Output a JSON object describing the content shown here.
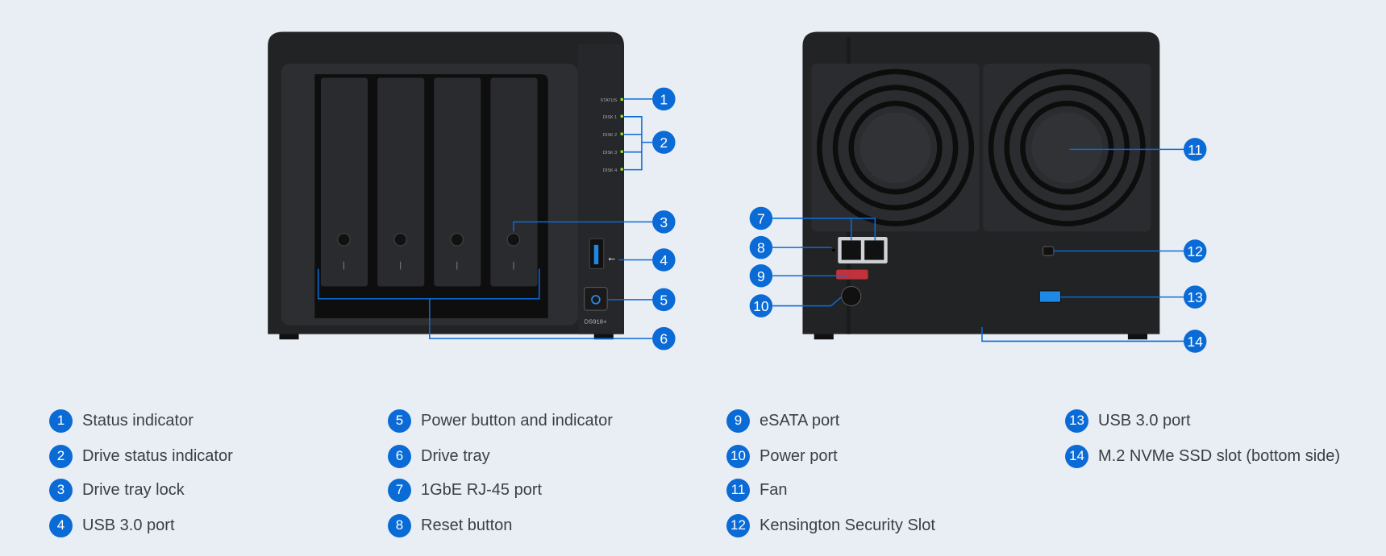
{
  "device": {
    "front_labels": [
      "STATUS",
      "DISK 1",
      "DISK 2",
      "DISK 3",
      "DISK 4"
    ],
    "model": "DS918+",
    "colors": {
      "accent": "#0b6bd6",
      "chassis": "#1e1f21",
      "led": "#9be82a",
      "background": "#e9eef4"
    }
  },
  "callouts": [
    "1",
    "2",
    "3",
    "4",
    "5",
    "6",
    "7",
    "8",
    "9",
    "10",
    "11",
    "12",
    "13",
    "14"
  ],
  "legend": [
    {
      "num": "1",
      "label": "Status indicator"
    },
    {
      "num": "2",
      "label": "Drive status indicator"
    },
    {
      "num": "3",
      "label": "Drive tray lock"
    },
    {
      "num": "4",
      "label": "USB 3.0 port"
    },
    {
      "num": "5",
      "label": "Power button and indicator"
    },
    {
      "num": "6",
      "label": "Drive tray"
    },
    {
      "num": "7",
      "label": "1GbE RJ-45 port"
    },
    {
      "num": "8",
      "label": "Reset button"
    },
    {
      "num": "9",
      "label": "eSATA port"
    },
    {
      "num": "10",
      "label": "Power port"
    },
    {
      "num": "11",
      "label": "Fan"
    },
    {
      "num": "12",
      "label": "Kensington Security Slot"
    },
    {
      "num": "13",
      "label": "USB 3.0 port"
    },
    {
      "num": "14",
      "label": "M.2 NVMe SSD slot (bottom side)"
    }
  ]
}
